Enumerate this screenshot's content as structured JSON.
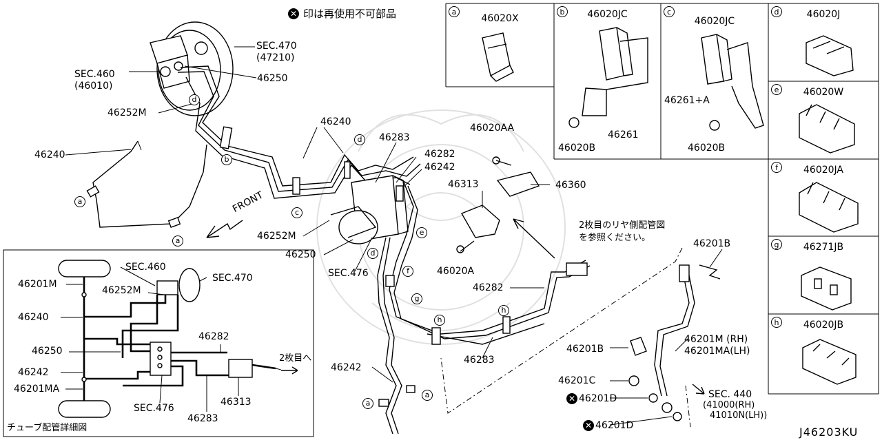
{
  "header": {
    "note": "印は再使用不可部品",
    "diagram_code": "J46203KU"
  },
  "legend_cells": [
    {
      "id": "a",
      "part": "46020X"
    },
    {
      "id": "b",
      "part": "46020JC"
    },
    {
      "id": "c",
      "part": "46020JC"
    },
    {
      "id": "d",
      "part": "46020J"
    },
    {
      "id": "e",
      "part": "46020W"
    },
    {
      "id": "f",
      "part": "46020JA"
    },
    {
      "id": "g",
      "part": "46271JB"
    },
    {
      "id": "h",
      "part": "46020JB"
    }
  ],
  "cell_labels": {
    "b_nut": "46020B",
    "b_bracket": "46261",
    "c_nut": "46020B",
    "c_bracket": "46261+A"
  },
  "booster": {
    "sec470": "SEC.470",
    "sec470_ref": "(47210)",
    "sec460": "SEC.460",
    "sec460_ref": "(46010)",
    "p46250": "46250",
    "p46252m": "46252M"
  },
  "main_labels": {
    "p46240_left": "46240",
    "p46240_top": "46240",
    "p46283_top": "46283",
    "p46282_top": "46282",
    "p46242_top": "46242",
    "p46252m_mid": "46252M",
    "p46250_mid": "46250",
    "sec476": "SEC.476",
    "p46020aa": "46020AA",
    "p46313": "46313",
    "p46360": "46360",
    "p46020a": "46020A",
    "p46282_mid": "46282",
    "p46283_mid": "46283",
    "p46242_bot": "46242",
    "front": "FRONT",
    "rear_note_1": "2枚目のリヤ側配管図",
    "rear_note_2": "を参照ください。",
    "p46201b_top": "46201B",
    "p46201b_mid": "46201B",
    "p46201m": "46201M (RH)",
    "p46201ma": "46201MA(LH)",
    "p46201c": "46201C",
    "p46201d_1": "46201D",
    "p46201d_2": "46201D",
    "sec440": "SEC. 440",
    "sec440_rh": "(41000(RH)",
    "sec440_lh": "41010N(LH))"
  },
  "detail": {
    "title": "チューブ配管詳細図",
    "sec460": "SEC.460",
    "sec470": "SEC.470",
    "p46201m": "46201M",
    "p46252m": "46252M",
    "p46240": "46240",
    "p46250": "46250",
    "p46242": "46242",
    "p46201ma": "46201MA",
    "sec476": "SEC.476",
    "p46282": "46282",
    "p46313": "46313",
    "p46283": "46283",
    "to_sheet2": "2枚目へ"
  },
  "callouts": [
    "a",
    "b",
    "c",
    "d",
    "e",
    "f",
    "g",
    "h"
  ]
}
